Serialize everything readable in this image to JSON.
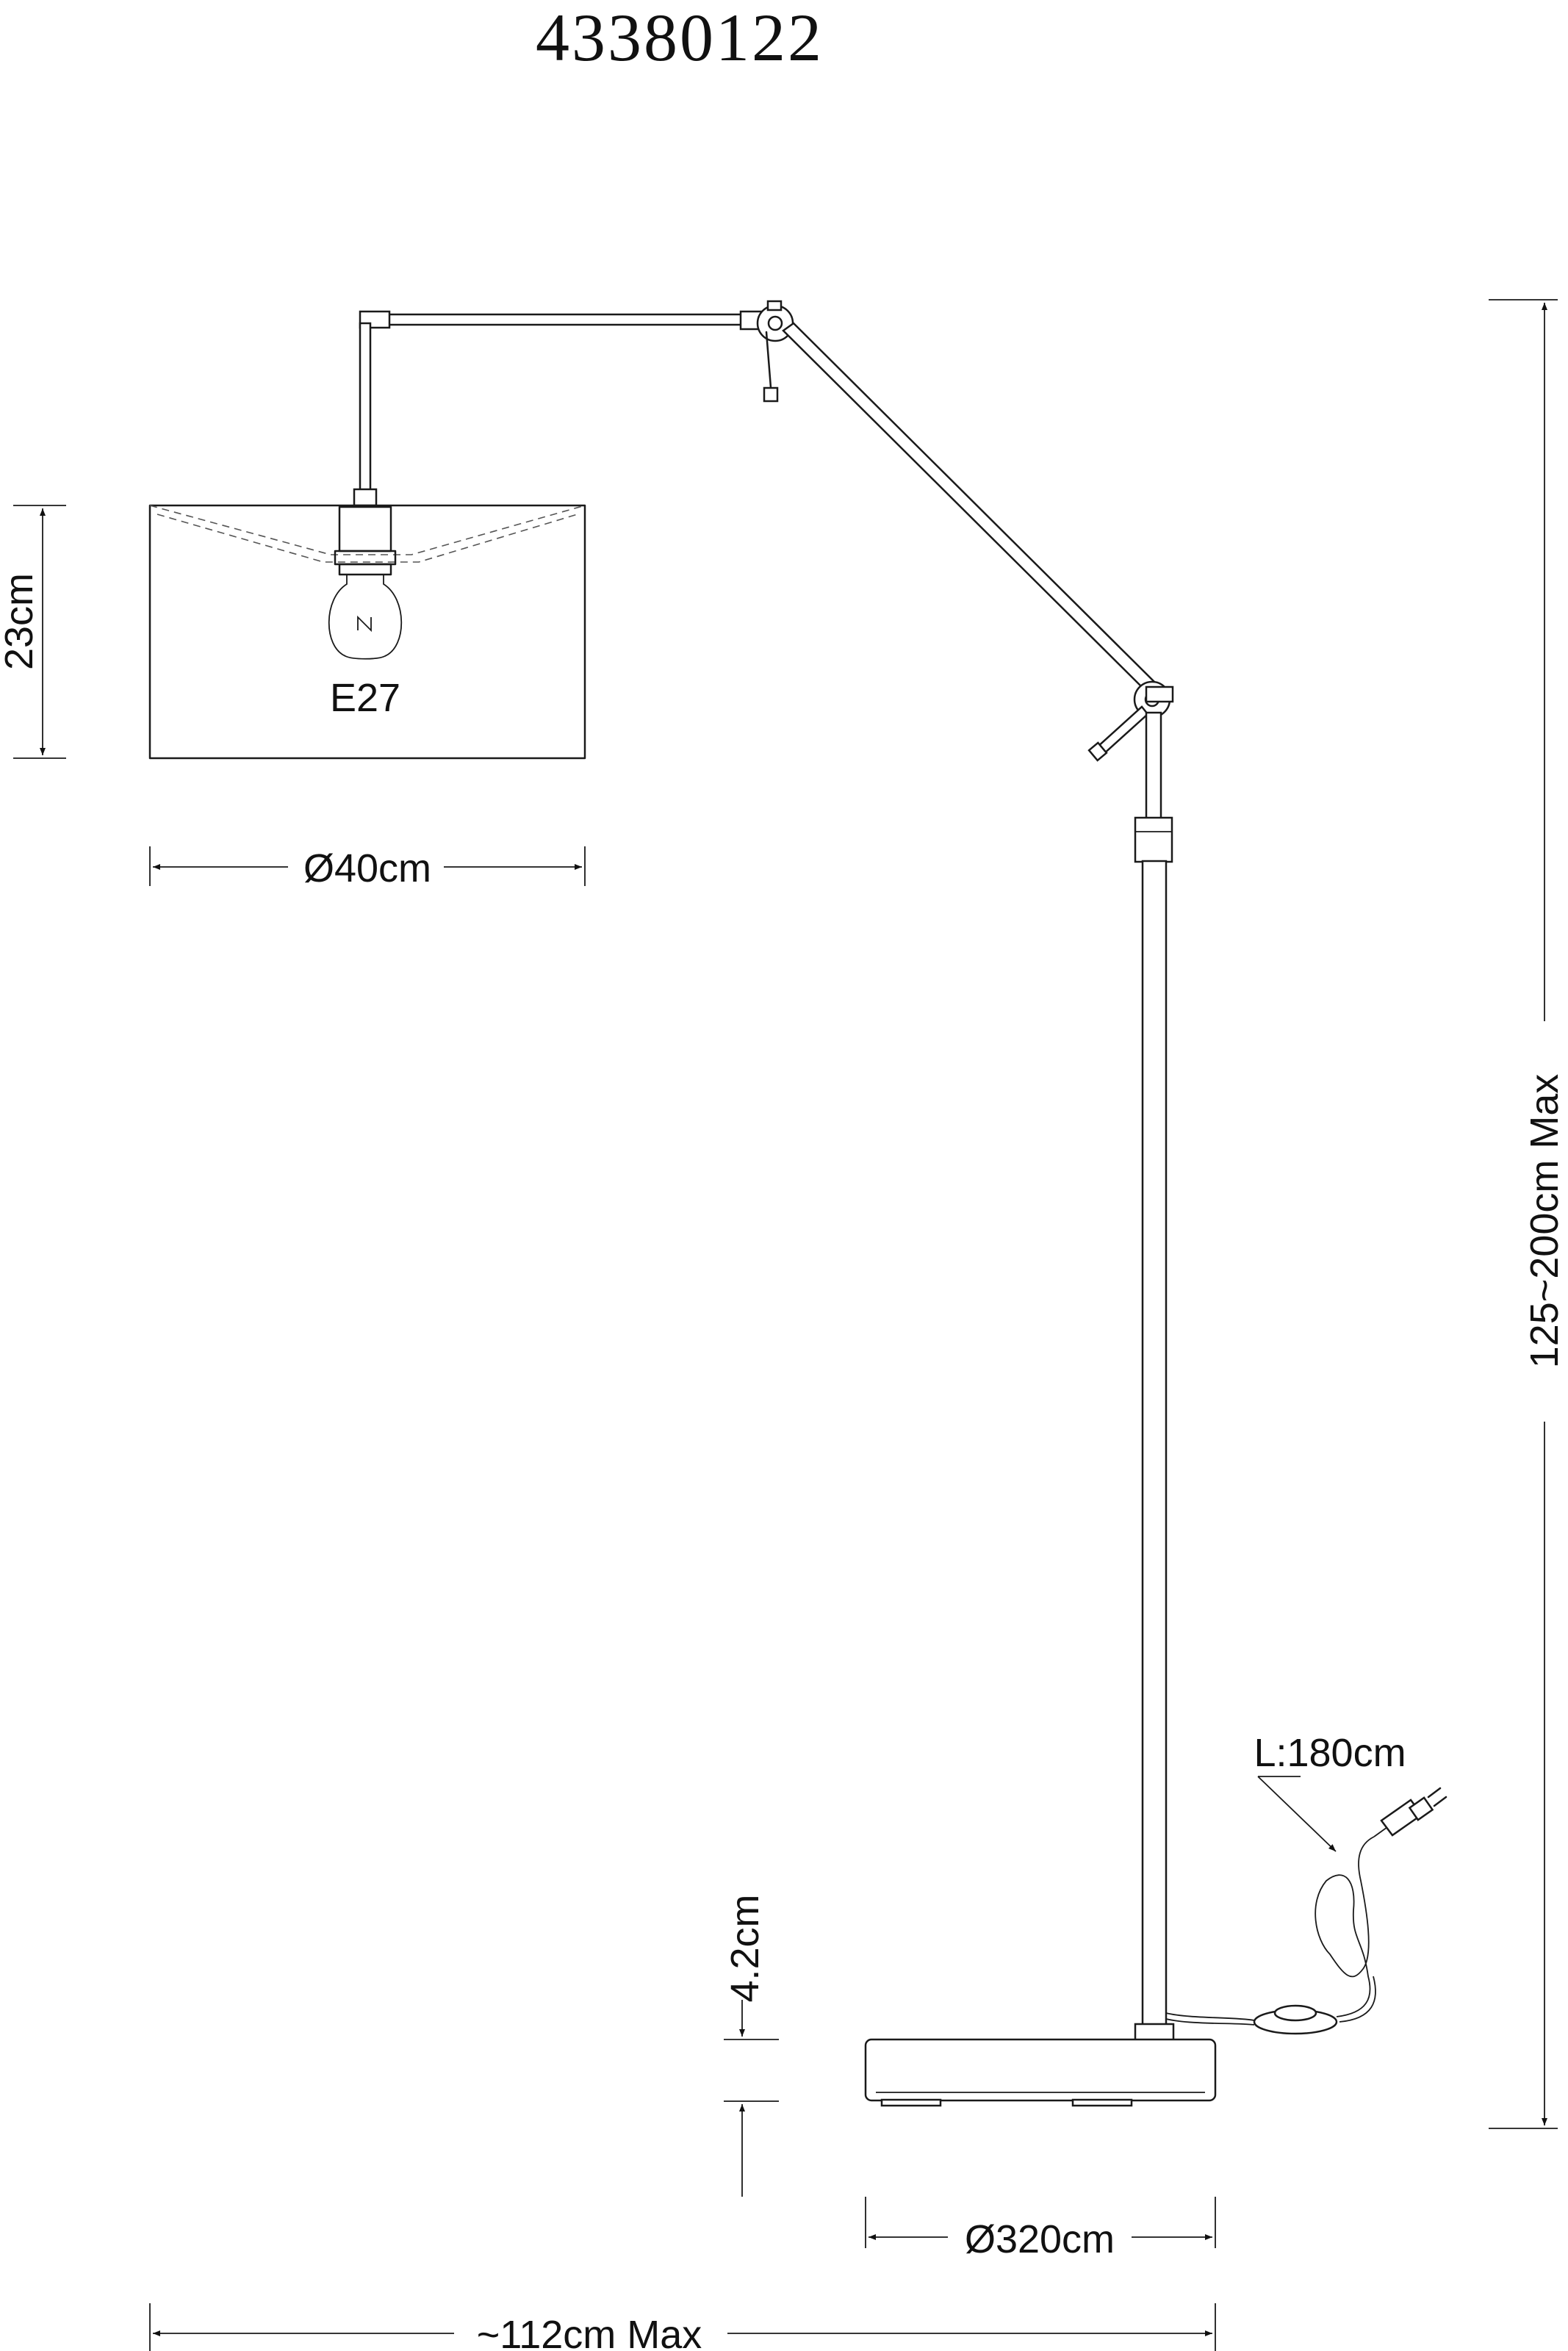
{
  "title": "43380122",
  "labels": {
    "socket": "E27",
    "shade_height": "23cm",
    "shade_diameter": "Ø40cm",
    "total_height": "125~200cm Max",
    "cable_length": "L:180cm",
    "base_height": "4.2cm",
    "base_diameter": "Ø320cm",
    "total_reach": "~112cm Max"
  }
}
